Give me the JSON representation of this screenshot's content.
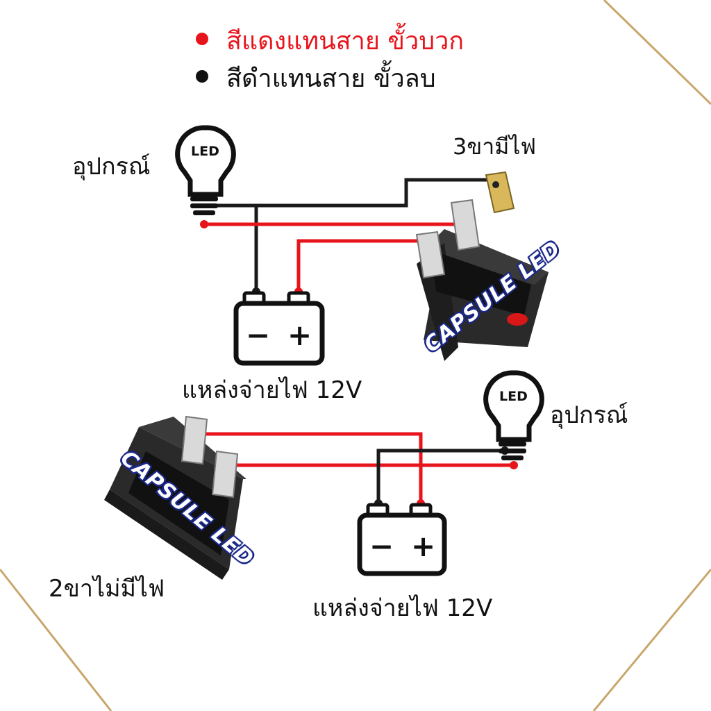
{
  "legend": {
    "red_text": "สีแดงแทนสาย ขั้วบวก",
    "black_text": "สีดำแทนสาย ขั้วลบ"
  },
  "top_diagram": {
    "device_label": "อุปกรณ์",
    "lamp_text": "LED",
    "switch_label": "3ขามีไฟ",
    "power_label": "แหล่งจ่ายไฟ 12V",
    "brand": "CAPSULE LED",
    "battery_minus": "−",
    "battery_plus": "+"
  },
  "bottom_diagram": {
    "device_label": "อุปกรณ์",
    "lamp_text": "LED",
    "switch_label": "2ขาไม่มีไฟ",
    "power_label": "แหล่งจ่ายไฟ 12V",
    "brand": "CAPSULE LED",
    "battery_minus": "−",
    "battery_plus": "+"
  },
  "colors": {
    "positive_wire": "#e8141c",
    "negative_wire": "#1a1a1a",
    "frame_gold": "#c9a66b",
    "brand_blue": "#1b2a8a"
  }
}
